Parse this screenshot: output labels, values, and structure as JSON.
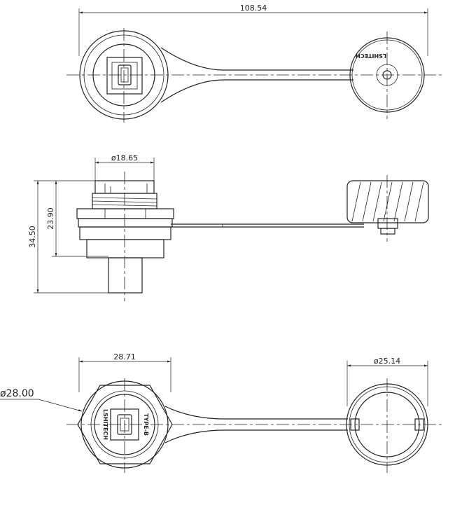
{
  "dimensions": {
    "overall_length": "108.54",
    "thread_diameter": "ø18.65",
    "total_height": "34.50",
    "body_height": "23.90",
    "width_across_flats": "28.71",
    "cap_diameter": "ø25.14",
    "outer_diameter": "ø28.00"
  },
  "labels": {
    "brand_top": "LSHITECH",
    "brand_bottom": "LSHITECH",
    "port_type": "TYPE-B"
  }
}
